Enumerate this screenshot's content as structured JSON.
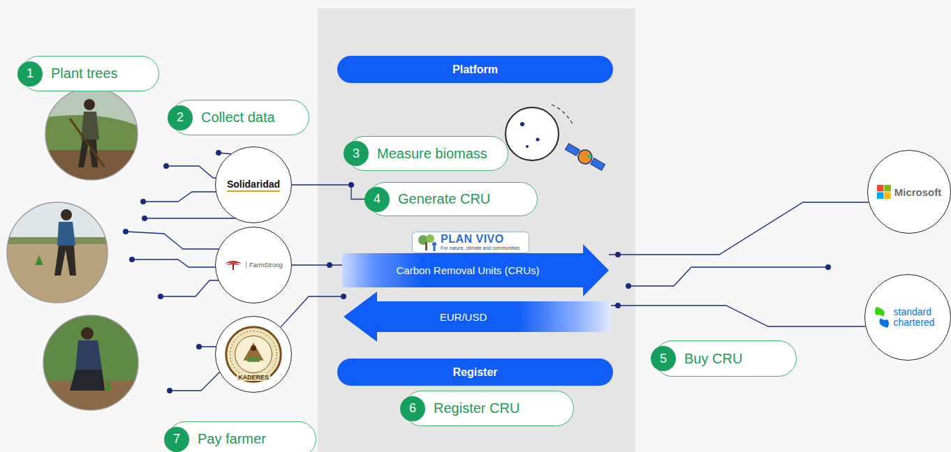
{
  "diagram": {
    "nodes": [
      {
        "text": [
          "1",
          "Plant trees"
        ]
      },
      {
        "text": [
          "2",
          "Collect data"
        ]
      },
      {
        "text": [
          "Platform"
        ]
      },
      {
        "text": [
          "3",
          "Measure biomass"
        ]
      },
      {
        "text": [
          "Solidaridad"
        ]
      },
      {
        "text": [
          "4",
          "Generate CRU"
        ]
      },
      {
        "text": [
          "Microsoft"
        ]
      },
      {
        "text": [
          "PLAN VIVO",
          "For nature, climate and communities"
        ]
      },
      {
        "text": [
          "FarmStrong"
        ]
      },
      {
        "text": [
          "Carbon Removal Units (CRUs)"
        ]
      },
      {
        "text": [
          "EUR/USD"
        ]
      },
      {
        "text": [
          "KADERES"
        ]
      },
      {
        "text": [
          "standard chartered"
        ]
      },
      {
        "text": [
          "5",
          "Buy CRU"
        ]
      },
      {
        "text": [
          "Register"
        ]
      },
      {
        "text": [
          "6",
          "Register CRU"
        ]
      },
      {
        "text": [
          "7",
          "Pay farmer"
        ]
      }
    ],
    "edges": [
      {
        "from": 4,
        "to": 5,
        "arrow": "none"
      },
      {
        "from": 8,
        "to": 9,
        "arrow": "none"
      },
      {
        "from": 11,
        "to": 10,
        "arrow": "none"
      },
      {
        "from": 9,
        "to": 6,
        "arrow": "none"
      },
      {
        "from": 10,
        "to": 12,
        "arrow": "none"
      }
    ]
  }
}
